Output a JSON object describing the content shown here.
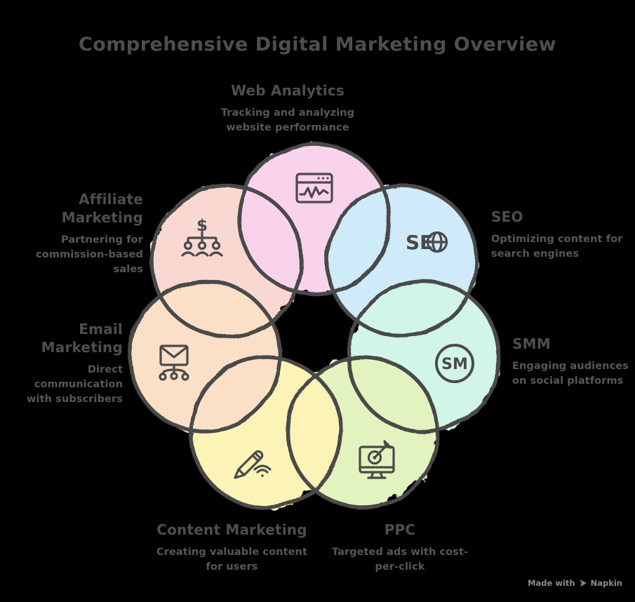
{
  "title": "Comprehensive Digital Marketing Overview",
  "style": {
    "background": "#000000",
    "outline_color": "#4a4a4a",
    "heading_color": "#4e4e4e",
    "description_color": "#575757",
    "watermark_color": "#8d8d8d"
  },
  "segments": [
    {
      "id": "web-analytics",
      "label": "Web Analytics",
      "description": "Tracking and analyzing website performance",
      "color": "#F9D3EC",
      "icon": "browser-analytics-icon"
    },
    {
      "id": "seo",
      "label": "SEO",
      "description": "Optimizing content for search engines",
      "color": "#CFEAF8",
      "icon": "seo-globe-icon"
    },
    {
      "id": "smm",
      "label": "SMM",
      "description": "Engaging audiences on social platforms",
      "color": "#D1F5E6",
      "icon": "sm-badge-icon"
    },
    {
      "id": "ppc",
      "label": "PPC",
      "description": "Targeted ads with cost-per-click",
      "color": "#E3F3BF",
      "icon": "monitor-target-icon"
    },
    {
      "id": "content-marketing",
      "label": "Content Marketing",
      "description": "Creating valuable content for users",
      "color": "#FCF3B6",
      "icon": "pencil-signal-icon"
    },
    {
      "id": "email-marketing",
      "label": "Email Marketing",
      "description": "Direct communication with subscribers",
      "color": "#FBDFC6",
      "icon": "envelope-broadcast-icon"
    },
    {
      "id": "affiliate-marketing",
      "label": "Affiliate Marketing",
      "description": "Partnering for commission-based sales",
      "color": "#FAD8D2",
      "icon": "dollar-team-icon"
    }
  ],
  "icon_texts": {
    "seo": "SE",
    "smm": "SM",
    "affiliate_dollar": "$"
  },
  "watermark": {
    "prefix": "Made with",
    "brand": "Napkin"
  }
}
